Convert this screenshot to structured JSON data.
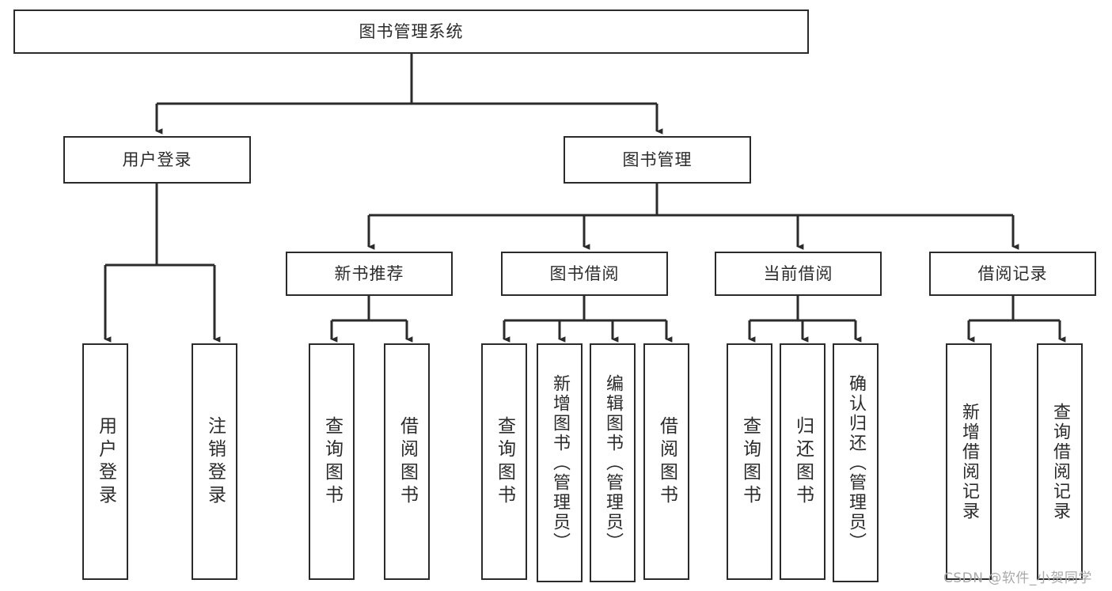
{
  "diagram": {
    "title": "图书管理系统",
    "type": "hierarchy-tree",
    "levels": 4,
    "colors": {
      "stroke": "#2b2b2b",
      "fill": "#ffffff",
      "text": "#2b2b2b",
      "watermark": "#a9a9a9"
    },
    "root": {
      "id": "root",
      "label": "图书管理系统"
    },
    "level2": [
      {
        "id": "user-login",
        "label": "用户登录"
      },
      {
        "id": "book-manage",
        "label": "图书管理"
      }
    ],
    "level3": [
      {
        "id": "new-book-rec",
        "label": "新书推荐",
        "parent": "book-manage"
      },
      {
        "id": "book-borrow",
        "label": "图书借阅",
        "parent": "book-manage"
      },
      {
        "id": "current-borrow",
        "label": "当前借阅",
        "parent": "book-manage"
      },
      {
        "id": "borrow-record",
        "label": "借阅记录",
        "parent": "book-manage"
      }
    ],
    "leaves": [
      {
        "id": "leaf-user-login",
        "label": "用户登录",
        "parent": "user-login"
      },
      {
        "id": "leaf-logout",
        "label": "注销登录",
        "parent": "user-login"
      },
      {
        "id": "leaf-query-book-1",
        "label": "查询图书",
        "parent": "new-book-rec"
      },
      {
        "id": "leaf-borrow-book-1",
        "label": "借阅图书",
        "parent": "new-book-rec"
      },
      {
        "id": "leaf-query-book-2",
        "label": "查询图书",
        "parent": "book-borrow"
      },
      {
        "id": "leaf-add-book",
        "label": "新增图书（管理员）",
        "parent": "book-borrow"
      },
      {
        "id": "leaf-edit-book",
        "label": "编辑图书（管理员）",
        "parent": "book-borrow"
      },
      {
        "id": "leaf-borrow-book-2",
        "label": "借阅图书",
        "parent": "book-borrow"
      },
      {
        "id": "leaf-query-book-3",
        "label": "查询图书",
        "parent": "current-borrow"
      },
      {
        "id": "leaf-return-book",
        "label": "归还图书",
        "parent": "current-borrow"
      },
      {
        "id": "leaf-confirm-return",
        "label": "确认归还（管理员）",
        "parent": "current-borrow"
      },
      {
        "id": "leaf-add-record",
        "label": "新增借阅记录",
        "parent": "borrow-record"
      },
      {
        "id": "leaf-query-record",
        "label": "查询借阅记录",
        "parent": "borrow-record"
      }
    ],
    "watermark": "CSDN @软件_小贺同学"
  }
}
